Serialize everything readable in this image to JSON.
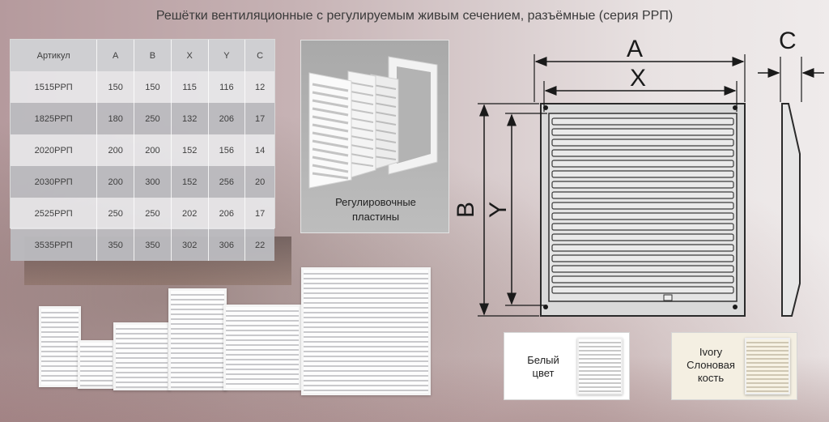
{
  "title": "Решётки вентиляционные с регулируемым живым сечением, разъёмные (серия РРП)",
  "table": {
    "headers": [
      "Артикул",
      "A",
      "B",
      "X",
      "Y",
      "C"
    ],
    "rows": [
      [
        "1515РРП",
        "150",
        "150",
        "115",
        "116",
        "12"
      ],
      [
        "1825РРП",
        "180",
        "250",
        "132",
        "206",
        "17"
      ],
      [
        "2020РРП",
        "200",
        "200",
        "152",
        "156",
        "14"
      ],
      [
        "2030РРП",
        "200",
        "300",
        "152",
        "256",
        "20"
      ],
      [
        "2525РРП",
        "250",
        "250",
        "202",
        "206",
        "17"
      ],
      [
        "3535РРП",
        "350",
        "350",
        "302",
        "306",
        "22"
      ]
    ]
  },
  "plates": {
    "caption_line1": "Регулировочные",
    "caption_line2": "пластины"
  },
  "drawing": {
    "dim_a": "A",
    "dim_x": "X",
    "dim_b": "B",
    "dim_y": "Y",
    "dim_c": "C"
  },
  "colors": {
    "white": {
      "line1": "Белый",
      "line2": "цвет"
    },
    "ivory": {
      "line1": "Ivory",
      "line2": "Слоновая",
      "line3": "кость"
    }
  }
}
